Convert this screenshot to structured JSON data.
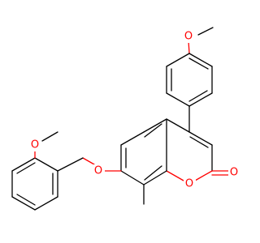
{
  "atom_labels": {
    "o_methoxy_top": "O",
    "o_methoxy_left": "O",
    "o_ether": "O",
    "o_ring": "O",
    "o_carbonyl": "O"
  },
  "colors": {
    "bond": "#000000",
    "oxygen": "#ff0000",
    "background": "#ffffff"
  }
}
